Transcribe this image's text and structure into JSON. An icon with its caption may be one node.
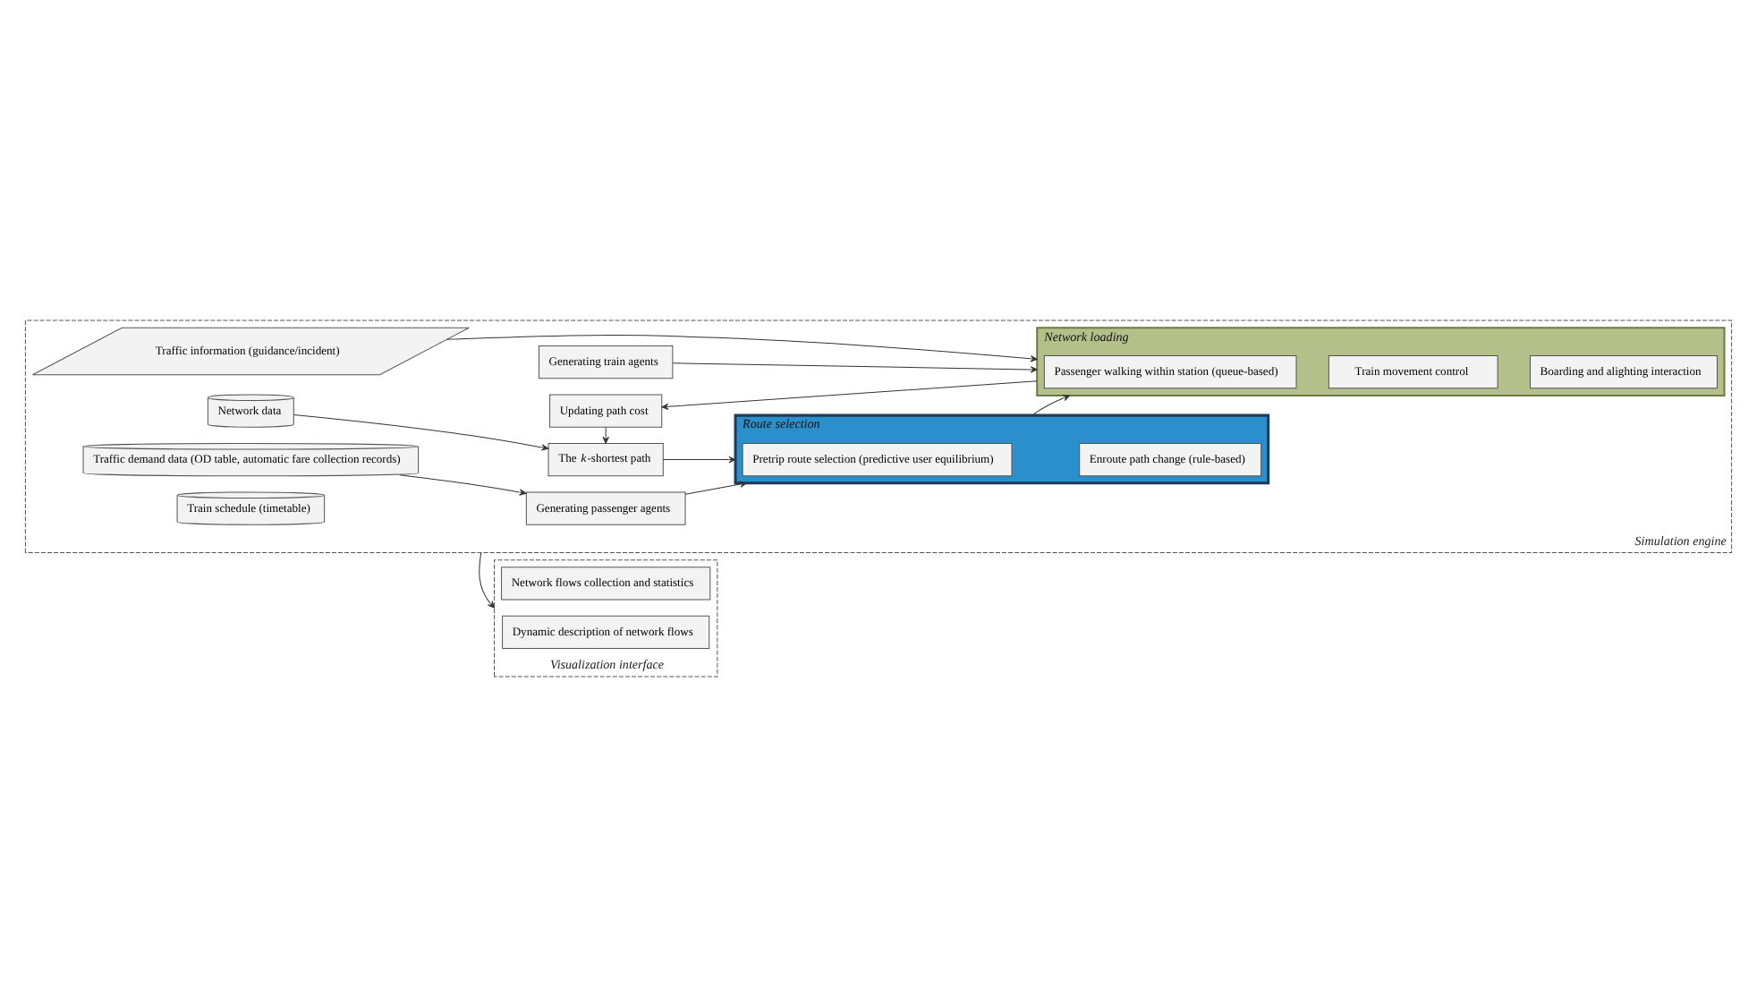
{
  "diagram": {
    "nodes": [
      {
        "text": [
          "Simulation engine"
        ]
      },
      {
        "text": [
          "Traffic demand data (OD table, automatic fare collection records)"
        ],
        "in": 0
      },
      {
        "text": [
          "Generating passenger agents"
        ],
        "in": 0
      },
      {
        "text": [
          "Network data"
        ],
        "in": 0
      },
      {
        "text": [
          "The *k*-shortest path"
        ],
        "in": 0
      },
      {
        "text": [
          "Updating path cost"
        ],
        "in": 0
      },
      {
        "text": [
          "Route selection"
        ],
        "in": 0
      },
      {
        "text": [
          "Pretrip route selection (predictive user equilibrium)"
        ],
        "in": 6
      },
      {
        "text": [
          "Enroute path change (rule-based)"
        ],
        "in": 6
      },
      {
        "text": [
          "Network loading"
        ],
        "in": 0
      },
      {
        "text": [
          "Passenger walking within station (queue-based)"
        ],
        "in": 9
      },
      {
        "text": [
          "Train movement control"
        ],
        "in": 9
      },
      {
        "text": [
          "Boarding and alighting interaction"
        ],
        "in": 9
      },
      {
        "text": [
          "Traffic information (guidance/incident)"
        ],
        "in": 0
      },
      {
        "text": [
          "Train schedule (timetable)"
        ],
        "in": 0
      },
      {
        "text": [
          "Generating train agents"
        ],
        "in": 0
      },
      {
        "text": [
          "Visualization interface"
        ]
      },
      {
        "text": [
          "Dynamic description of network flows"
        ],
        "in": 16
      },
      {
        "text": [
          "Network flows collection and statistics"
        ],
        "in": 16
      }
    ],
    "edges": [
      {
        "from": 1,
        "to": 2,
        "arrow": "to"
      },
      {
        "from": 3,
        "to": 4,
        "arrow": "to"
      },
      {
        "from": 2,
        "to": 6,
        "arrow": "to"
      },
      {
        "from": 4,
        "to": 6,
        "arrow": "to"
      },
      {
        "from": 6,
        "to": 9,
        "arrow": "to"
      },
      {
        "from": 5,
        "to": 4,
        "arrow": "to"
      },
      {
        "from": 9,
        "to": 5,
        "arrow": "to"
      },
      {
        "from": 13,
        "to": 9,
        "arrow": "to"
      },
      {
        "from": 15,
        "to": 9,
        "arrow": "to"
      },
      {
        "from": 0,
        "to": 16,
        "arrow": "to"
      }
    ]
  }
}
